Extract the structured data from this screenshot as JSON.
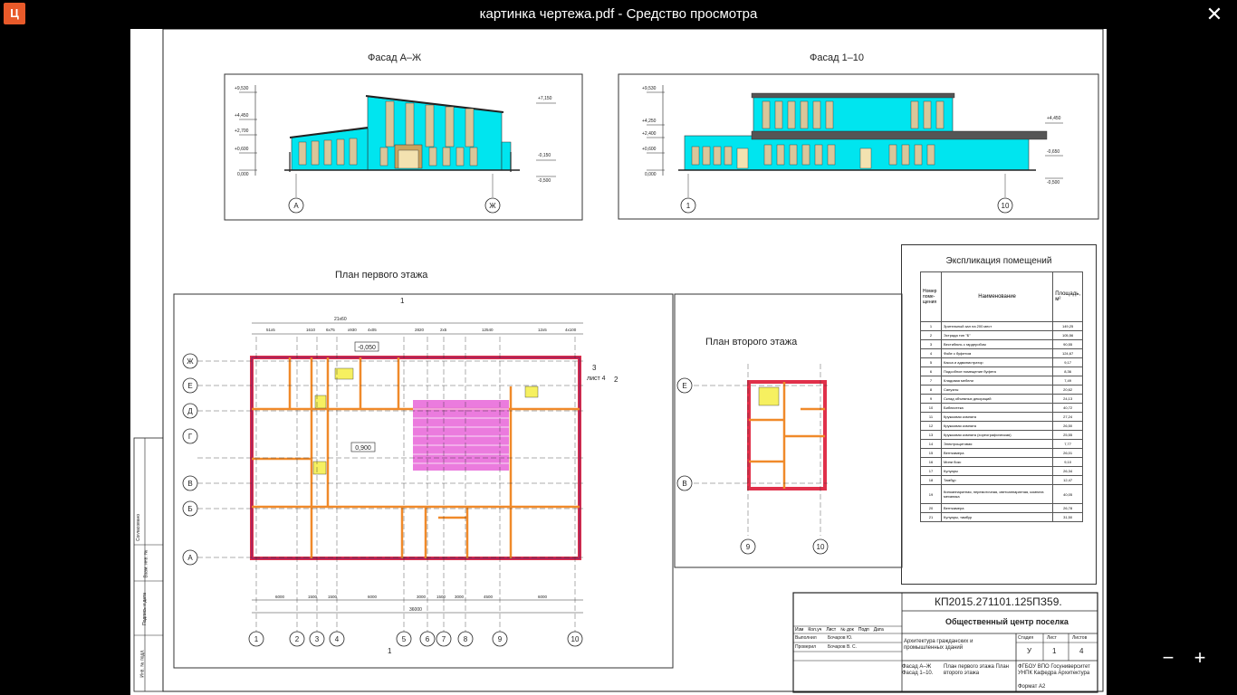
{
  "window": {
    "title": "картинка чертежа.pdf - Средство просмотра",
    "app_icon_glyph": "Ц",
    "close_glyph": "✕"
  },
  "zoom": {
    "minus": "−",
    "plus": "+"
  },
  "drawing": {
    "facade_aj_title": "Фасад А–Ж",
    "facade_110_title": "Фасад 1–10",
    "plan1_title": "План первого этажа",
    "plan2_title": "План второго этажа",
    "explication_title": "Экспликация помещений",
    "explication_headers": [
      "Номер поме-щения",
      "Наименование",
      "Площадь, м²"
    ],
    "explication_rows": [
      [
        "1",
        "Зрительный зал на 200 мест",
        "149,25"
      ],
      [
        "2",
        "Эстрада тип \"Б\"",
        "105,56"
      ],
      [
        "3",
        "Вестибюль с гардеробом",
        "90,55"
      ],
      [
        "4",
        "Фойе с буфетом",
        "124,67"
      ],
      [
        "5",
        "Касса и администратор",
        "9,17"
      ],
      [
        "6",
        "Подсобное помещение буфета",
        "8,36"
      ],
      [
        "7",
        "Кладовая мебели",
        "7,49"
      ],
      [
        "8",
        "Санузлы",
        "20,62"
      ],
      [
        "9",
        "Склад объемных декораций",
        "24,13"
      ],
      [
        "10",
        "Библиотека",
        "40,72"
      ],
      [
        "11",
        "Кружковая комната",
        "27,24"
      ],
      [
        "12",
        "Кружковая комната",
        "26,50"
      ],
      [
        "13",
        "Кружковая комната (хореографическая)",
        "25,55"
      ],
      [
        "14",
        "Электрощитовая",
        "7,77"
      ],
      [
        "15",
        "Венткамера",
        "26,01"
      ],
      [
        "16",
        "Мини бокс",
        "9,10"
      ],
      [
        "17",
        "Кулуары",
        "26,34"
      ],
      [
        "18",
        "Тамбур",
        "12,47"
      ],
      [
        "19",
        "Киноаппаратная, перемоточная, светоаппаратная, комната механика",
        "40,05"
      ],
      [
        "20",
        "Венткамера",
        "26,78"
      ],
      [
        "21",
        "Кулуары, тамбур",
        "31,50"
      ]
    ],
    "stamp_code": "КП2015.271101.125ПЗ",
    "stamp_code_tail": "59.",
    "stamp_project": "Общественный центр поселка",
    "stamp_discipline": "Архитектура гражданских и промышленных зданий",
    "stamp_sheets_header": [
      "Стадия",
      "Лист",
      "Листов"
    ],
    "stamp_sheets_values": [
      "У",
      "1",
      "4"
    ],
    "stamp_views_left": "Фасад А–Ж Фасад 1–10.",
    "stamp_views_mid": "План первого этажа План второго этажа",
    "stamp_org": "ФГБОУ ВПО Госуниверситет УНПК Кафедра Архитектура",
    "stamp_format": "Формат А2",
    "stamp_rows": [
      "Изм",
      "Кол.уч",
      "Лист",
      "№ док",
      "Подп",
      "Дата"
    ],
    "stamp_roles": [
      "Выполнил",
      "Проверил"
    ],
    "stamp_names": [
      "Бочаров Ю.",
      "Бочаров В. С."
    ],
    "left_strip_labels": [
      "Согласовано",
      "Взам. инв. №",
      "Подпись и дата",
      "Инв. № подл."
    ],
    "axes_rows": [
      "Ж",
      "Е",
      "Д",
      "Г",
      "В",
      "Б",
      "А"
    ],
    "axes_cols": [
      "1",
      "2",
      "3",
      "4",
      "5",
      "6",
      "7",
      "8",
      "9",
      "10"
    ],
    "plan2_rows": [
      "Е",
      "В"
    ],
    "plan2_cols": [
      "9",
      "10"
    ],
    "facade_aj_axes": [
      "А",
      "Ж"
    ],
    "facade_110_axes": [
      "1",
      "10"
    ],
    "level_marks": [
      "+9,530",
      "+4,450",
      "+2,700",
      "+0,600",
      "0,000",
      "+7,150",
      "-0,150",
      "-0,500"
    ],
    "level_marks_b": [
      "+9,530",
      "+4,250",
      "+2,400",
      "+0,600",
      "0,000",
      "+4,450",
      "-0,650",
      "-0,500"
    ],
    "dims_top": [
      "51х5",
      "1610",
      "6х75",
      "х930",
      "4х05",
      "2820",
      "2х5",
      "12540",
      "12х5",
      "4х100"
    ],
    "dims_bottom": [
      "6000",
      "1500",
      "1500",
      "6000",
      "3000",
      "1500",
      "3000",
      "4500",
      "6000"
    ],
    "dim_total": "36000",
    "dim_top_total": "21х60",
    "center_mark": "0,900",
    "level_plan": "-0,050",
    "section_mark": "1",
    "section_sheet": "лист 4",
    "section_num": "3",
    "section_2": "2"
  }
}
